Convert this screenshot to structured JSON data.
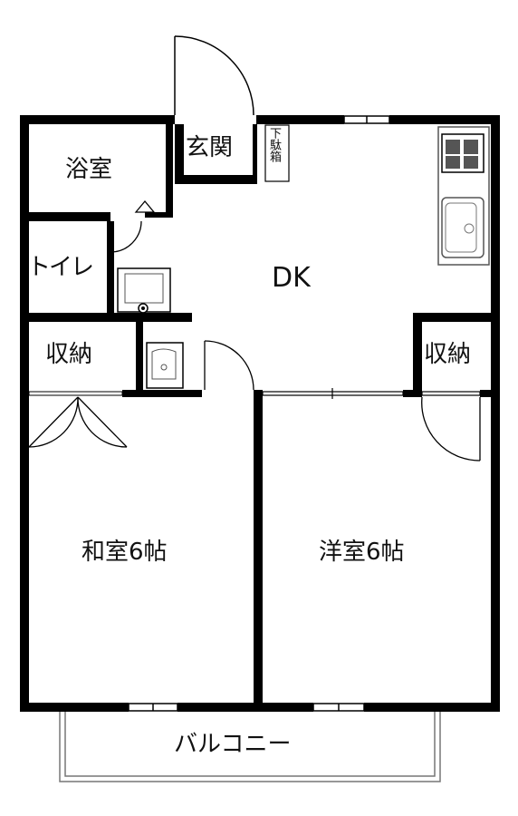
{
  "rooms": {
    "bath": "浴室",
    "entrance": "玄関",
    "shoe_box": "下駄箱",
    "toilet": "トイレ",
    "dk": "DK",
    "storage_left": "収納",
    "storage_right": "収納",
    "japanese_room": "和室6帖",
    "western_room": "洋室6帖",
    "balcony": "バルコニー"
  },
  "colors": {
    "wall": "#000000",
    "fixture_fill": "#d9d9d9",
    "fixture_line": "#555555",
    "background": "#ffffff"
  }
}
